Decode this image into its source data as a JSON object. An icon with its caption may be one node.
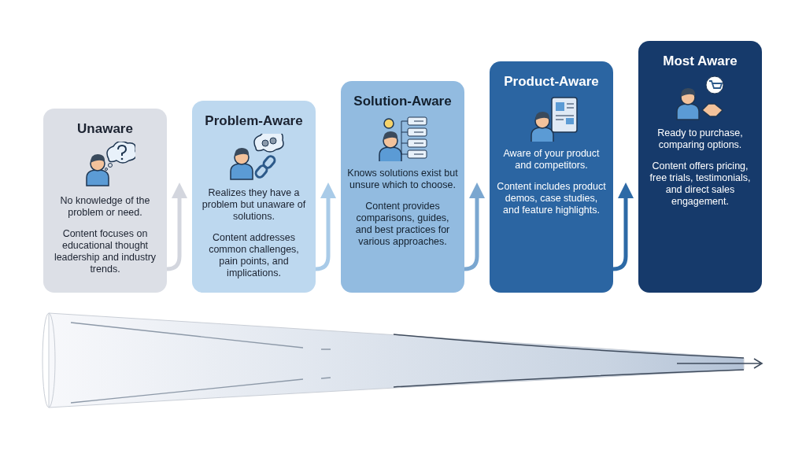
{
  "diagram": {
    "nodes": [
      {
        "text": [
          "Unaware",
          "No knowledge of the problem or need.",
          "Content focuses on educational thought leadership and industry trends."
        ]
      },
      {
        "text": [
          "Problem-Aware",
          "Realizes they have a problem but unaware of solutions.",
          "Content addresses common challenges, pain points, and implications."
        ]
      },
      {
        "text": [
          "Solution-Aware",
          "Knows solutions exist but unsure which to choose.",
          "Content provides comparisons, guides, and best practices for various approaches."
        ]
      },
      {
        "text": [
          "Product-Aware",
          "Aware of your product and competitors.",
          "Content includes product demos, case studies, and feature highlights."
        ]
      },
      {
        "text": [
          "Most Aware",
          "Ready to purchase, comparing options.",
          "Content offers pricing, free trials, testimonials, and direct sales engagement."
        ]
      }
    ],
    "edges": [
      {
        "from": 0,
        "to": 1,
        "arrow": "to",
        "color": "#d3d6de"
      },
      {
        "from": 1,
        "to": 2,
        "arrow": "to",
        "color": "#a9cbe8"
      },
      {
        "from": 2,
        "to": 3,
        "arrow": "to",
        "color": "#7ba7d0"
      },
      {
        "from": 3,
        "to": 4,
        "arrow": "to",
        "color": "#2d6aa6"
      }
    ]
  }
}
